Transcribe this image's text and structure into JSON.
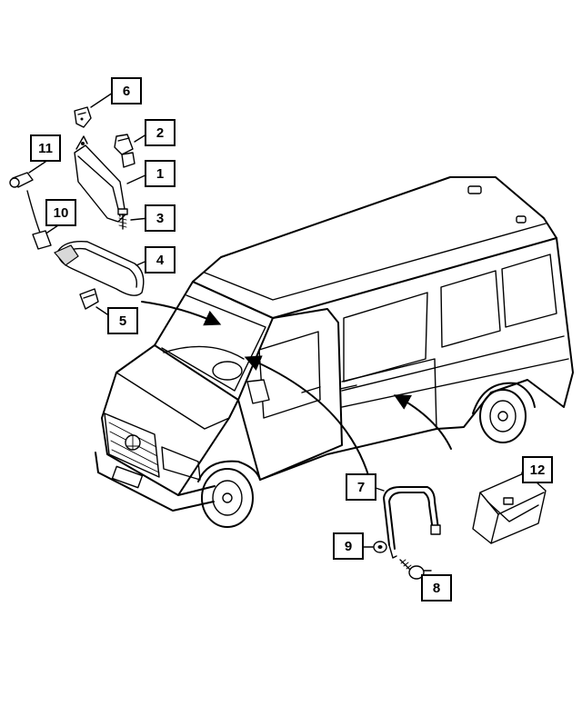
{
  "callouts": [
    {
      "id": "c1",
      "label": "1"
    },
    {
      "id": "c2",
      "label": "2"
    },
    {
      "id": "c3",
      "label": "3"
    },
    {
      "id": "c4",
      "label": "4"
    },
    {
      "id": "c5",
      "label": "5"
    },
    {
      "id": "c6",
      "label": "6"
    },
    {
      "id": "c7",
      "label": "7"
    },
    {
      "id": "c8",
      "label": "8"
    },
    {
      "id": "c9",
      "label": "9"
    },
    {
      "id": "c10",
      "label": "10"
    },
    {
      "id": "c11",
      "label": "11"
    },
    {
      "id": "c12",
      "label": "12"
    }
  ],
  "colors": {
    "line": "#000000",
    "background": "#ffffff"
  }
}
